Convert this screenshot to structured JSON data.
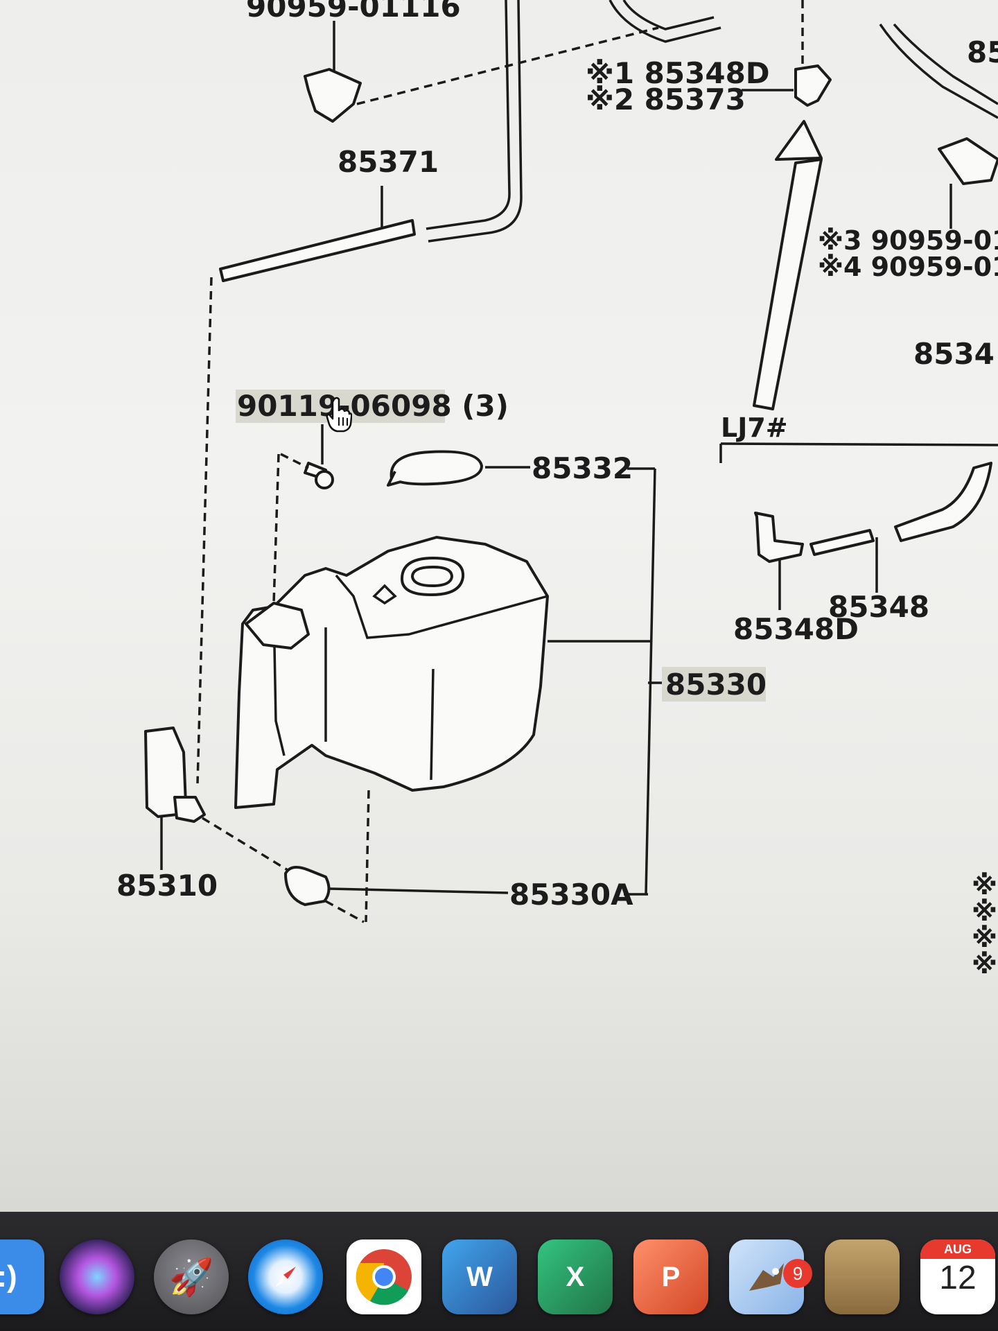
{
  "parts": {
    "clamp_top": "90959-01116",
    "hose_label": "85371",
    "hose_alt_1": "※1 85348D",
    "hose_alt_2": "※2 85373",
    "clamp_right_1": "※3 90959-01",
    "clamp_right_2": "※4 90959-01",
    "top_right_partial": "85",
    "right_partial": "8534",
    "bolt": "90119-06098 (3)",
    "cap": "85332",
    "tank": "85330",
    "pump": "85310",
    "grommet": "85330A",
    "variant_label": "LJ7#",
    "variant_elbow": "85348D",
    "variant_hose": "85348"
  },
  "dock": {
    "items": [
      {
        "name": "Finder",
        "glyph": ":)",
        "color": "#3b8be8"
      },
      {
        "name": "Siri",
        "glyph": "",
        "color": "#3a2b6e"
      },
      {
        "name": "Launchpad",
        "glyph": "🚀",
        "color": "#6b6b70"
      },
      {
        "name": "Safari",
        "glyph": "",
        "color": "#1e88e5"
      },
      {
        "name": "Chrome",
        "glyph": "",
        "color": "#ffffff"
      },
      {
        "name": "Word",
        "glyph": "W",
        "color": "#2b579a"
      },
      {
        "name": "Excel",
        "glyph": "X",
        "color": "#217346"
      },
      {
        "name": "PowerPoint",
        "glyph": "P",
        "color": "#d24726"
      },
      {
        "name": "Mail",
        "glyph": "",
        "color": "#8ab4e8"
      },
      {
        "name": "Notes",
        "glyph": "",
        "color": "#a68a5a"
      },
      {
        "name": "Calendar",
        "glyph": "",
        "color": "#ffffff"
      }
    ],
    "mail_badge": "9",
    "calendar_month": "AUG",
    "calendar_day": "12"
  }
}
